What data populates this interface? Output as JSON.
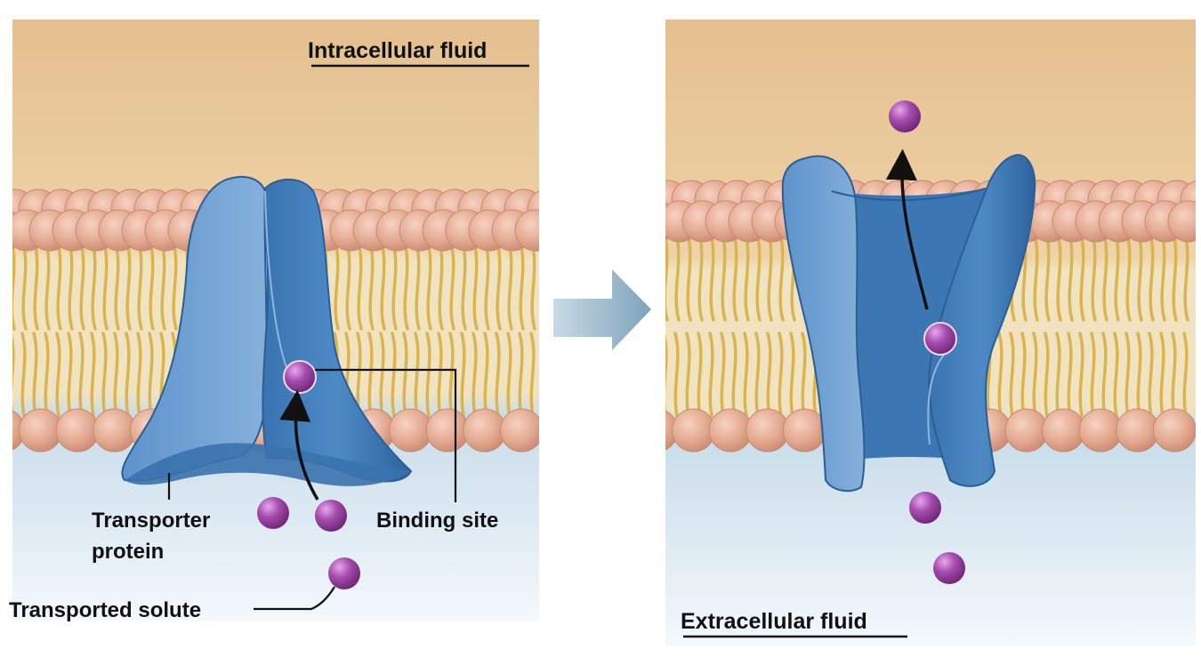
{
  "labels": {
    "intracellular": "Intracellular  fluid",
    "extracellular": "Extracellular  fluid",
    "transporter_line1": "Transporter",
    "transporter_line2": "protein",
    "binding_site": "Binding site",
    "transported_solute": "Transported solute"
  },
  "colors": {
    "intracellular_top": "#e4bf8f",
    "intracellular_bottom": "#f5e2c4",
    "extracellular_top": "#c9dcea",
    "extracellular_bottom": "#f2f7fb",
    "lipid_head": "#e3a990",
    "lipid_tail": "#d9b452",
    "protein": "#3d7cb8",
    "protein_dark": "#2a5f95",
    "protein_light": "#6f9fd0",
    "solute": "#8e3c96",
    "arrow": "#8fb0c6"
  },
  "icons": {
    "step_arrow": "right-arrow-icon"
  }
}
